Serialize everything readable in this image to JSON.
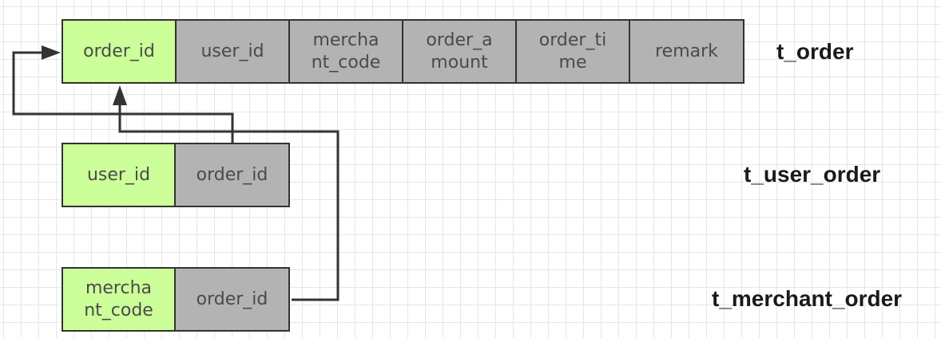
{
  "tables": [
    {
      "name": "t_order",
      "fields": [
        {
          "label": "order_id",
          "key": true
        },
        {
          "label": "user_id",
          "key": false
        },
        {
          "label": "mercha\nnt_code",
          "key": false
        },
        {
          "label": "order_a\nmount",
          "key": false
        },
        {
          "label": "order_ti\nme",
          "key": false
        },
        {
          "label": "remark",
          "key": false
        }
      ]
    },
    {
      "name": "t_user_order",
      "fields": [
        {
          "label": "user_id",
          "key": true
        },
        {
          "label": "order_id",
          "key": false
        }
      ]
    },
    {
      "name": "t_merchant_order",
      "fields": [
        {
          "label": "mercha\nnt_code",
          "key": true
        },
        {
          "label": "order_id",
          "key": false
        }
      ]
    }
  ],
  "colors": {
    "key_field": "#ccff99",
    "normal_field": "#b3b3b3",
    "border": "#333333",
    "connector": "#333333"
  }
}
